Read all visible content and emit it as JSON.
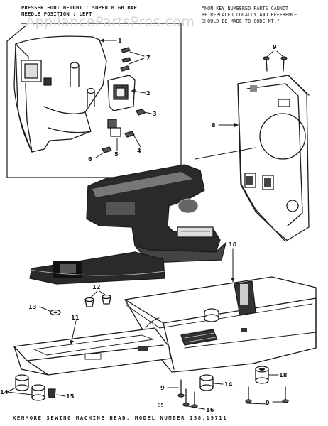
{
  "header": {
    "left_line1": "PRESSER FOOT HEIGHT : SUPER HIGH BAR",
    "left_line2": "NEEDLE POSITION : LEFT",
    "right_line1": "\"NON KEY NUMBERED PARTS CANNOT",
    "right_line2": "BE REPLACED LOCALLY AND REFERENCE",
    "right_line3": "SHOULD BE MADE TO CODE NT.\""
  },
  "watermark": "AppliancePartsPros.com",
  "callouts": {
    "c1": "1",
    "c2": "2",
    "c3": "3",
    "c4": "4",
    "c5": "5",
    "c6": "6",
    "c7": "7",
    "c8": "8",
    "c9a": "9",
    "c9b": "9",
    "c9c": "9",
    "c10": "10",
    "c11": "11",
    "c12": "12",
    "c13": "13",
    "c14a": "14",
    "c14b": "14",
    "c15": "15",
    "c16": "16",
    "c18": "18"
  },
  "page_number": "85",
  "footer": "KENMORE SEWING MACHINE HEAD. MODEL NUMBER 158.19711"
}
